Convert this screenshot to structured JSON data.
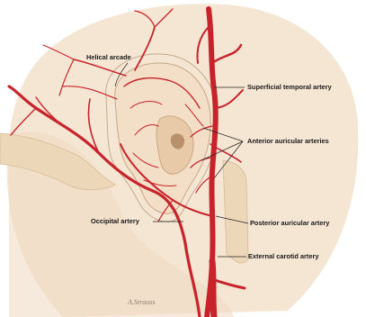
{
  "labels": {
    "helical_arcade": "Helical arcade",
    "superficial_temporal_artery": "Superficial temporal artery",
    "anterior_auricular_arteries": "Anterior auricular arteries",
    "occipital_artery": "Occipital artery",
    "posterior_auricular_artery": "Posterior auricular artery",
    "external_carotid_artery": "External carotid artery"
  },
  "signature": "A.Strauss",
  "colors": {
    "artery": "#c8232a",
    "artery_dark": "#9e1a20",
    "skin": "#f3dfc8",
    "skin_shadow": "#e6c7a9",
    "background": "#ffffff",
    "leader_line": "#222222"
  }
}
